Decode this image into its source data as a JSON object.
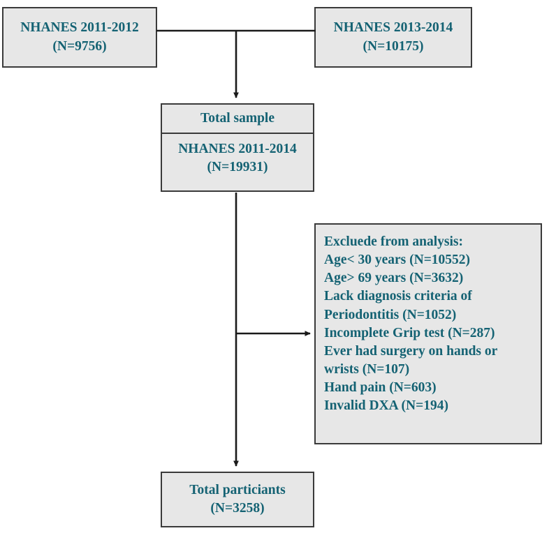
{
  "figure": {
    "type": "flowchart",
    "title": "NHANES participant selection flow diagram",
    "colors": {
      "text": "#146273",
      "box_fill": "#e7e7e7",
      "box_border": "#3a3a3a",
      "connector": "#1a1a1a",
      "page_background": "#ffffff"
    }
  },
  "nodes": {
    "source_left": {
      "name": "NHANES 2011-2012",
      "count_label": "(N=9756)",
      "count": 9756
    },
    "source_right": {
      "name": "NHANES 2013-2014",
      "count_label": "(N=10175)",
      "count": 10175
    },
    "total_sample": {
      "header": "Total sample",
      "name": "NHANES 2011-2014",
      "count_label": "(N=19931)",
      "count": 19931
    },
    "exclusions": {
      "heading": "Excluede from analysis:",
      "lines": [
        "Age< 30 years (N=10552)",
        "Age> 69 years (N=3632)",
        "Lack diagnosis criteria of",
        "Periodontitis (N=1052)",
        "Incomplete Grip test (N=287)",
        "Ever had surgery on hands or",
        "wrists (N=107)",
        "Hand pain (N=603)",
        "Invalid DXA (N=194)"
      ],
      "items": [
        {
          "reason": "Age< 30 years",
          "count": 10552
        },
        {
          "reason": "Age> 69 years",
          "count": 3632
        },
        {
          "reason": "Lack diagnosis criteria of Periodontitis",
          "count": 1052
        },
        {
          "reason": "Incomplete Grip test",
          "count": 287
        },
        {
          "reason": "Ever had surgery on hands or wrists",
          "count": 107
        },
        {
          "reason": "Hand pain",
          "count": 603
        },
        {
          "reason": "Invalid DXA",
          "count": 194
        }
      ]
    },
    "total_participants": {
      "name": "Total particiants",
      "count_label": "(N=3258)",
      "count": 3258
    }
  },
  "edges": [
    {
      "from": "source_left",
      "to": "merge_point",
      "style": "line"
    },
    {
      "from": "source_right",
      "to": "merge_point",
      "style": "line"
    },
    {
      "from": "merge_point",
      "to": "total_sample",
      "style": "arrow"
    },
    {
      "from": "total_sample",
      "to": "exclusions",
      "style": "arrow"
    },
    {
      "from": "total_sample",
      "to": "total_participants",
      "style": "arrow"
    }
  ]
}
